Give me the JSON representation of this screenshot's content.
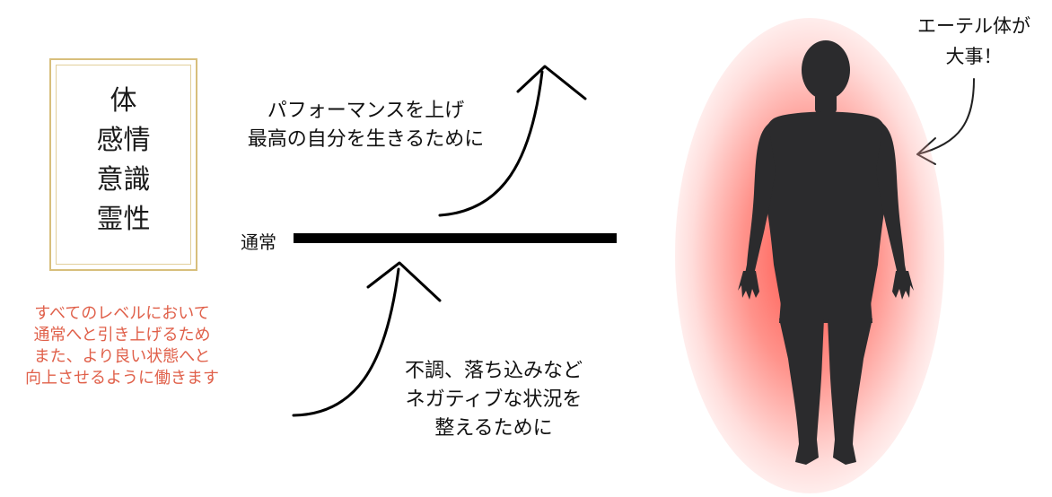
{
  "levels_box": {
    "items": [
      "体",
      "感情",
      "意識",
      "霊性"
    ]
  },
  "left_note": {
    "lines": [
      "すべてのレベルにおいて",
      "通常へと引き上げるため",
      "また、より良い状態へと",
      "向上させるように働きます"
    ],
    "color": "#e0604a"
  },
  "upper_goal": {
    "lines": [
      "パフォーマンスを上げ",
      "最高の自分を生きるために"
    ]
  },
  "normal_label": "通常",
  "lower_goal": {
    "lines": [
      "不調、落ち込みなど",
      "ネガティブな状況を",
      "整えるために"
    ]
  },
  "etheric_note": {
    "lines": [
      "エーテル体が",
      "大事！"
    ]
  },
  "glow_color": "#ff463c",
  "frame_color": "#d8bf7c"
}
